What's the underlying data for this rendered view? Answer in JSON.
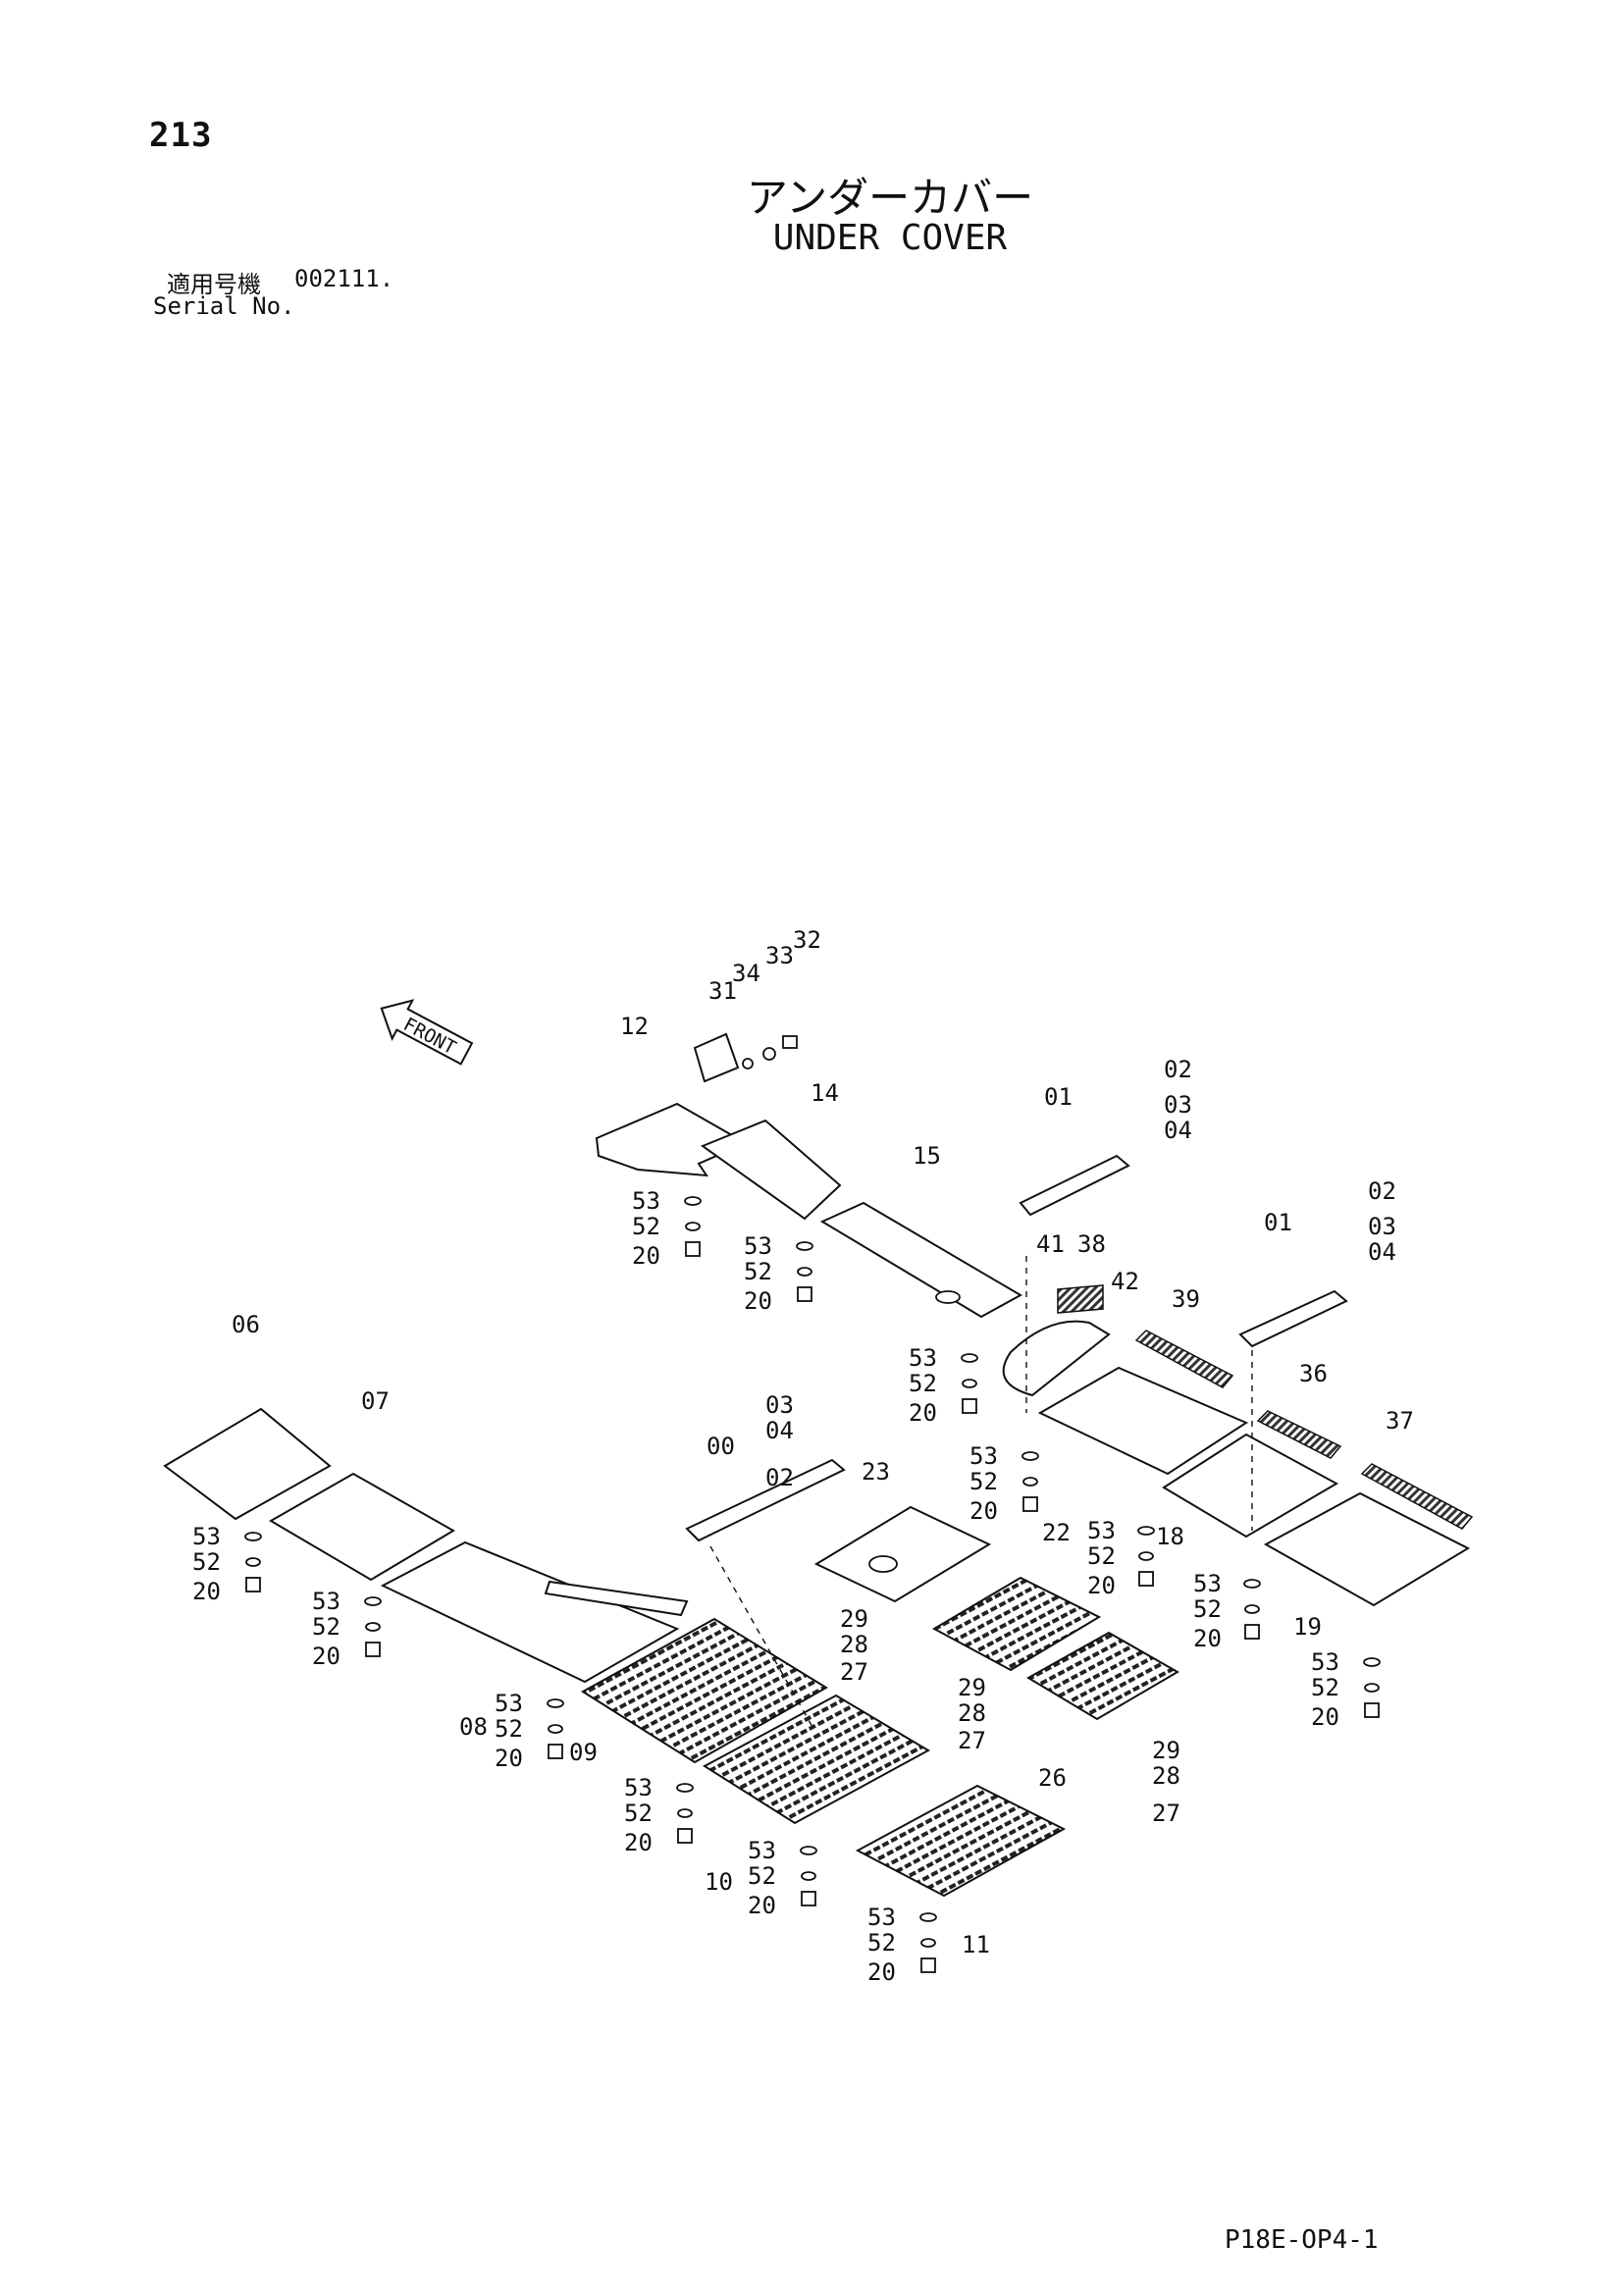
{
  "header": {
    "page_number": "213",
    "title_jp": "アンダーカバー",
    "title_en": "UNDER COVER",
    "serial_label_jp": "適用号機",
    "serial_value": "002111.",
    "serial_label_en": "Serial No."
  },
  "diagram": {
    "front_label": "FRONT",
    "part_labels": [
      "00",
      "01",
      "01",
      "02",
      "02",
      "02",
      "03",
      "03",
      "03",
      "04",
      "04",
      "04",
      "06",
      "07",
      "08",
      "09",
      "10",
      "11",
      "12",
      "14",
      "15",
      "18",
      "19",
      "20",
      "20",
      "20",
      "20",
      "20",
      "20",
      "20",
      "20",
      "20",
      "20",
      "20",
      "20",
      "20",
      "22",
      "23",
      "26",
      "27",
      "27",
      "27",
      "28",
      "28",
      "28",
      "29",
      "29",
      "29",
      "31",
      "32",
      "33",
      "34",
      "36",
      "37",
      "38",
      "39",
      "41",
      "42",
      "52",
      "52",
      "52",
      "52",
      "52",
      "52",
      "52",
      "52",
      "52",
      "52",
      "52",
      "52",
      "52",
      "53",
      "53",
      "53",
      "53",
      "53",
      "53",
      "53",
      "53",
      "53",
      "53",
      "53",
      "53",
      "53"
    ]
  },
  "footer": {
    "drawing_code": "P18E-OP4-1"
  }
}
